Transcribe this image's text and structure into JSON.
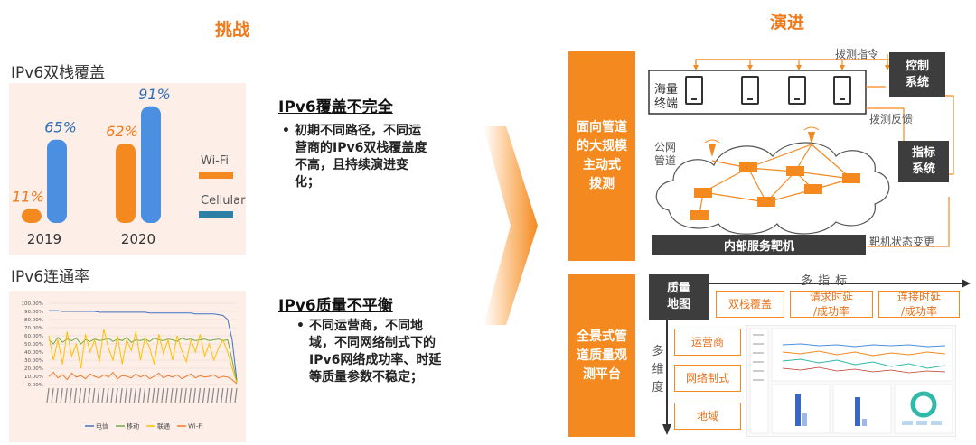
{
  "headers": {
    "left": "挑战",
    "right": "演进"
  },
  "panel1": {
    "title": "IPv6双栈覆盖",
    "chart_data": {
      "type": "bar",
      "categories": [
        "2019",
        "2020"
      ],
      "series": [
        {
          "name": "Wi-Fi",
          "values": [
            11,
            62
          ],
          "labels": [
            "11%",
            "62%"
          ]
        },
        {
          "name": "Cellular",
          "values": [
            65,
            91
          ],
          "labels": [
            "65%",
            "91%"
          ]
        }
      ],
      "legend": [
        "Wi-Fi",
        "Cellular"
      ],
      "ylim": [
        0,
        100
      ]
    },
    "colors": {
      "wifi": "#f48a1f",
      "cellular": "#4a8fe0",
      "legend_cellular": "#2d7fa6"
    }
  },
  "panel2": {
    "title": "IPv6连通率",
    "chart_data": {
      "type": "line",
      "y_ticks": [
        "100.00%",
        "90.00%",
        "80.00%",
        "70.00%",
        "60.00%",
        "50.00%",
        "40.00%",
        "30.00%",
        "20.00%",
        "10.00%",
        "0.00%"
      ],
      "ylim": [
        0,
        100
      ],
      "legend": [
        "电信",
        "移动",
        "联通",
        "Wi-Fi"
      ],
      "series": [
        {
          "name": "电信",
          "color": "#4472c4",
          "values": [
            91,
            91,
            91,
            90,
            90,
            90,
            90,
            90,
            90,
            90,
            90,
            89,
            89,
            89,
            89,
            89,
            89,
            89,
            89,
            89,
            89,
            89,
            88,
            88,
            88,
            88,
            88,
            88,
            88,
            88,
            88,
            88,
            87,
            87,
            87,
            87,
            87,
            86,
            85,
            80,
            55,
            5
          ]
        },
        {
          "name": "移动",
          "color": "#70ad47",
          "values": [
            55,
            50,
            58,
            52,
            56,
            54,
            57,
            50,
            55,
            53,
            56,
            54,
            55,
            57,
            53,
            56,
            54,
            58,
            52,
            55,
            54,
            56,
            53,
            57,
            55,
            54,
            56,
            55,
            53,
            57,
            55,
            56,
            54,
            55,
            56,
            54,
            55,
            56,
            54,
            55,
            30,
            3
          ]
        },
        {
          "name": "联通",
          "color": "#ffc000",
          "values": [
            60,
            30,
            55,
            25,
            65,
            35,
            50,
            20,
            62,
            40,
            55,
            28,
            68,
            45,
            30,
            60,
            25,
            55,
            42,
            65,
            30,
            58,
            45,
            25,
            62,
            38,
            55,
            30,
            60,
            42,
            28,
            55,
            40,
            62,
            35,
            50,
            30,
            45,
            55,
            40,
            20,
            2
          ]
        },
        {
          "name": "Wi-Fi",
          "color": "#ed7d31",
          "values": [
            10,
            15,
            8,
            12,
            6,
            14,
            9,
            11,
            7,
            13,
            10,
            8,
            12,
            9,
            15,
            7,
            11,
            10,
            8,
            13,
            9,
            12,
            7,
            10,
            14,
            8,
            11,
            9,
            12,
            7,
            10,
            13,
            8,
            11,
            9,
            10,
            12,
            8,
            10,
            9,
            6,
            1
          ]
        }
      ],
      "category_count": 42
    }
  },
  "sections": {
    "coverage": {
      "title": "IPv6覆盖不完全",
      "bullet": "•",
      "lines": [
        "初期不同路径，不同运",
        "营商的IPv6双栈覆盖度",
        "不高，且持续演进变",
        "化；"
      ]
    },
    "quality": {
      "title": "IPv6质量不平衡",
      "bullet": "•",
      "lines": [
        "不同运营商，不同地",
        "域，不同网络制式下的",
        "IPv6网络成功率、时延",
        "等质量参数不稳定；"
      ]
    }
  },
  "right_top": {
    "side_label": [
      "面向管道",
      "的大规模",
      "主动式",
      "拨测"
    ],
    "probe_cmd": "拨测指令",
    "control": [
      "控制",
      "系统"
    ],
    "terminal": [
      "海量",
      "终端"
    ],
    "feedback": "拨测反馈",
    "indicator": [
      "指标",
      "系统"
    ],
    "public_net": [
      "公网",
      "管道"
    ],
    "target": "内部服务靶机",
    "state_change": "靶机状态变更"
  },
  "right_bottom": {
    "side_label": [
      "全景式管",
      "道质量观",
      "测平台"
    ],
    "quality_map": [
      "质量",
      "地图"
    ],
    "multi_metric": "多 指 标",
    "metrics": [
      "双栈覆盖",
      "请求时延\n/成功率",
      "连接时延\n/成功率"
    ],
    "multi_dim": [
      "多",
      "维",
      "度"
    ],
    "dims": [
      "运营商",
      "网络制式",
      "地域"
    ]
  }
}
